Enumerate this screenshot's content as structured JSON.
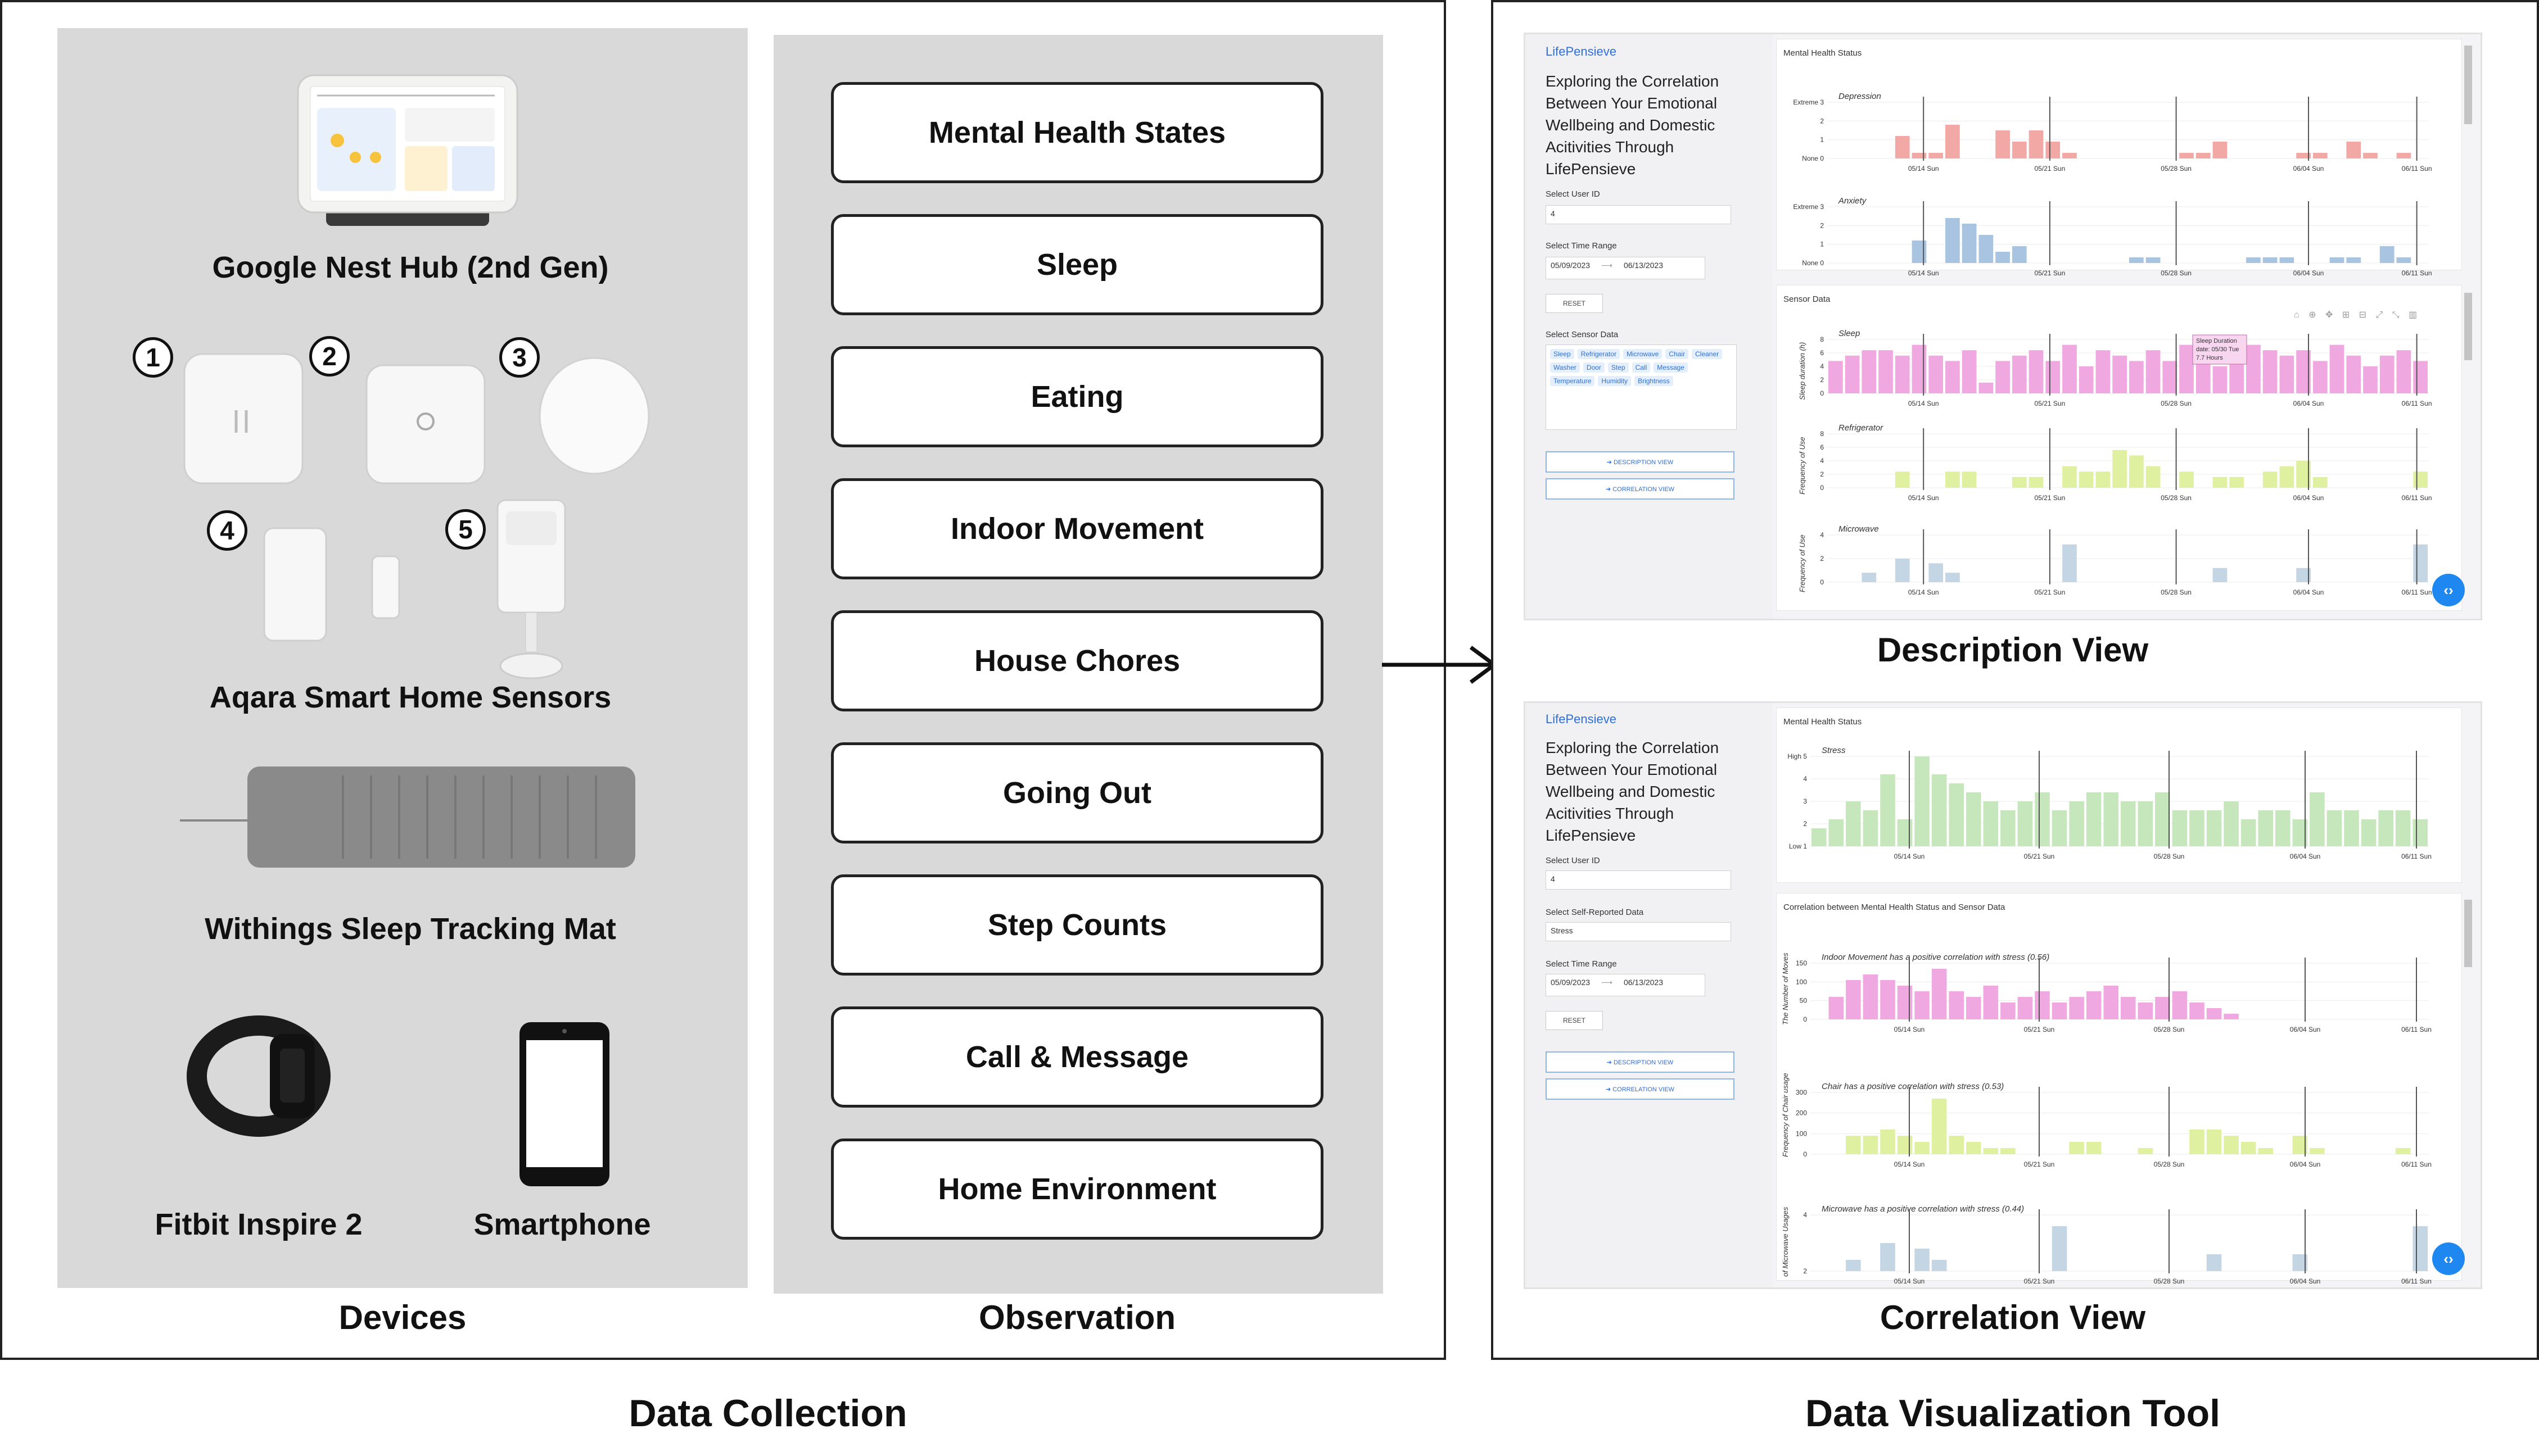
{
  "left_section": {
    "caption": "Data Collection",
    "devices_caption": "Devices",
    "observation_caption": "Observation",
    "devices": {
      "nest_hub": "Google Nest Hub (2nd Gen)",
      "aqara": "Aqara Smart Home Sensors",
      "withings": "Withings Sleep Tracking Mat",
      "fitbit": "Fitbit Inspire 2",
      "smartphone": "Smartphone"
    },
    "sensor_badges": [
      "1",
      "2",
      "3",
      "4",
      "5"
    ],
    "observations": [
      "Mental Health States",
      "Sleep",
      "Eating",
      "Indoor Movement",
      "House Chores",
      "Going Out",
      "Step Counts",
      "Call & Message",
      "Home Environment"
    ]
  },
  "right_section": {
    "caption": "Data Visualization Tool",
    "description_caption": "Description View",
    "correlation_caption": "Correlation View"
  },
  "app": {
    "brand": "LifePensieve",
    "title": "Exploring the Correlation Between Your Emotional Wellbeing and Domestic Acitivities Through LifePensieve",
    "select_user_label": "Select User ID",
    "user_value": "4",
    "time_range_label": "Select Time Range",
    "date_start": "05/09/2023",
    "date_end": "06/13/2023",
    "reset_label": "RESET",
    "sensor_label": "Select Sensor Data",
    "sensor_tags": [
      "Sleep",
      "Refrigerator",
      "Microwave",
      "Chair",
      "Cleaner",
      "Washer",
      "Door",
      "Step",
      "Call",
      "Message",
      "Temperature",
      "Humidity",
      "Brightness"
    ],
    "description_btn": "➔ DESCRIPTION VIEW",
    "correlation_btn": "➔ CORRELATION VIEW",
    "self_report_label": "Select Self-Reported Data",
    "self_report_value": "Stress"
  },
  "description_view": {
    "mental_card_title": "Mental Health Status",
    "sensor_card_title": "Sensor Data",
    "date_ticks": [
      "05/14 Sun",
      "05/21 Sun",
      "05/28 Sun",
      "06/04 Sun",
      "06/11 Sun"
    ],
    "tooltip": [
      "Sleep Duration",
      "date: 05/30 Tue",
      "7.7 Hours"
    ],
    "plots": [
      {
        "label": "Depression",
        "ylabel": "",
        "yticks": [
          "Extreme 3",
          "2",
          "1",
          "None 0"
        ],
        "color": "#f2a8a4",
        "values": [
          0,
          0,
          0,
          0,
          0.4,
          0.1,
          0.1,
          0.6,
          0,
          0,
          0.5,
          0.3,
          0.5,
          0.3,
          0.1,
          0,
          0,
          0,
          0,
          0,
          0,
          0.1,
          0.1,
          0.3,
          0,
          0,
          0,
          0,
          0.1,
          0.1,
          0,
          0.3,
          0.1,
          0,
          0.1,
          0
        ]
      },
      {
        "label": "Anxiety",
        "ylabel": "",
        "yticks": [
          "Extreme 3",
          "2",
          "1",
          "None 0"
        ],
        "color": "#a9c4e0",
        "values": [
          0,
          0,
          0,
          0,
          0,
          0.4,
          0,
          0.8,
          0.7,
          0.5,
          0.2,
          0.3,
          0,
          0,
          0,
          0,
          0,
          0,
          0.1,
          0.1,
          0,
          0,
          0,
          0,
          0,
          0.1,
          0.1,
          0.1,
          0,
          0,
          0.1,
          0.1,
          0,
          0.3,
          0.1,
          0
        ]
      },
      {
        "label": "Sleep",
        "ylabel": "Sleep duration (h)",
        "yticks": [
          "8",
          "6",
          "4",
          "2",
          "0"
        ],
        "color": "#f0a8e0",
        "values": [
          0.6,
          0.7,
          0.8,
          0.8,
          0.7,
          0.9,
          0.7,
          0.6,
          0.8,
          0.2,
          0.6,
          0.7,
          0.8,
          0.6,
          0.9,
          0.5,
          0.8,
          0.7,
          0.6,
          0.8,
          0.6,
          0.9,
          0.7,
          0.5,
          0.7,
          0.9,
          0.8,
          0.7,
          0.8,
          0.6,
          0.9,
          0.7,
          0.5,
          0.7,
          0.8,
          0.6
        ]
      },
      {
        "label": "Refrigerator",
        "ylabel": "Frequency of Use",
        "yticks": [
          "8",
          "6",
          "4",
          "2",
          "0"
        ],
        "color": "#dff0a0",
        "values": [
          0,
          0,
          0,
          0,
          0.3,
          0,
          0,
          0.3,
          0.3,
          0,
          0,
          0.2,
          0.2,
          0,
          0.4,
          0.3,
          0.3,
          0.7,
          0.6,
          0.4,
          0,
          0.3,
          0,
          0.2,
          0.2,
          0,
          0.3,
          0.4,
          0.5,
          0.2,
          0,
          0,
          0,
          0,
          0,
          0.3
        ]
      },
      {
        "label": "Microwave",
        "ylabel": "Frequency of Use",
        "yticks": [
          "4",
          "2",
          "0"
        ],
        "color": "#c4d5e4",
        "values": [
          0,
          0,
          0.2,
          0,
          0.5,
          0,
          0.4,
          0.2,
          0,
          0,
          0,
          0,
          0,
          0,
          0.8,
          0,
          0,
          0,
          0,
          0,
          0,
          0,
          0,
          0.3,
          0,
          0,
          0,
          0,
          0.3,
          0,
          0,
          0,
          0,
          0,
          0,
          0.8
        ]
      }
    ]
  },
  "correlation_view": {
    "mental_card_title": "Mental Health Status",
    "corr_card_title": "Correlation between Mental Health Status and Sensor Data",
    "date_ticks": [
      "05/14 Sun",
      "05/21 Sun",
      "05/28 Sun",
      "06/04 Sun",
      "06/11 Sun"
    ],
    "plots": [
      {
        "label": "Stress",
        "ylabel": "",
        "yticks": [
          "High 5",
          "4",
          "3",
          "2",
          "Low 1"
        ],
        "color": "#c6e6bb",
        "values": [
          0.2,
          0.3,
          0.5,
          0.4,
          0.8,
          0.3,
          1.0,
          0.8,
          0.7,
          0.6,
          0.5,
          0.4,
          0.5,
          0.6,
          0.4,
          0.5,
          0.6,
          0.6,
          0.5,
          0.5,
          0.6,
          0.4,
          0.4,
          0.4,
          0.5,
          0.3,
          0.4,
          0.4,
          0.3,
          0.6,
          0.4,
          0.4,
          0.3,
          0.4,
          0.4,
          0.3
        ]
      },
      {
        "label": "Indoor Movement has a positive correlation with stress (0.56)",
        "ylabel": "The Number of Moves",
        "yticks": [
          "150",
          "100",
          "50",
          "0"
        ],
        "color": "#f0a8e0",
        "values": [
          0,
          0.4,
          0.7,
          0.8,
          0.7,
          0.6,
          0.5,
          0.9,
          0.5,
          0.4,
          0.6,
          0.3,
          0.4,
          0.5,
          0.3,
          0.4,
          0.5,
          0.6,
          0.4,
          0.3,
          0.4,
          0.5,
          0.3,
          0.2,
          0.1,
          0,
          0,
          0,
          0,
          0,
          0,
          0,
          0,
          0,
          0,
          0
        ]
      },
      {
        "label": "Chair has a positive correlation with stress (0.53)",
        "ylabel": "Frequency of Chair usage",
        "yticks": [
          "300",
          "200",
          "100",
          "0"
        ],
        "color": "#dff0a0",
        "values": [
          0,
          0,
          0.3,
          0.3,
          0.4,
          0.3,
          0.2,
          0.9,
          0.3,
          0.2,
          0.1,
          0.1,
          0,
          0,
          0,
          0.2,
          0.2,
          0,
          0,
          0.1,
          0,
          0,
          0.4,
          0.4,
          0.3,
          0.2,
          0.1,
          0,
          0.3,
          0.1,
          0,
          0,
          0,
          0,
          0.1,
          0
        ]
      },
      {
        "label": "Microwave has a positive correlation with stress (0.44)",
        "ylabel": "of Microwave Usages",
        "yticks": [
          "4",
          "2"
        ],
        "color": "#c4d5e4",
        "values": [
          0,
          0,
          0.2,
          0,
          0.5,
          0,
          0.4,
          0.2,
          0,
          0,
          0,
          0,
          0,
          0,
          0.8,
          0,
          0,
          0,
          0,
          0,
          0,
          0,
          0,
          0.3,
          0,
          0,
          0,
          0,
          0.3,
          0,
          0,
          0,
          0,
          0,
          0,
          0.8
        ]
      }
    ]
  }
}
